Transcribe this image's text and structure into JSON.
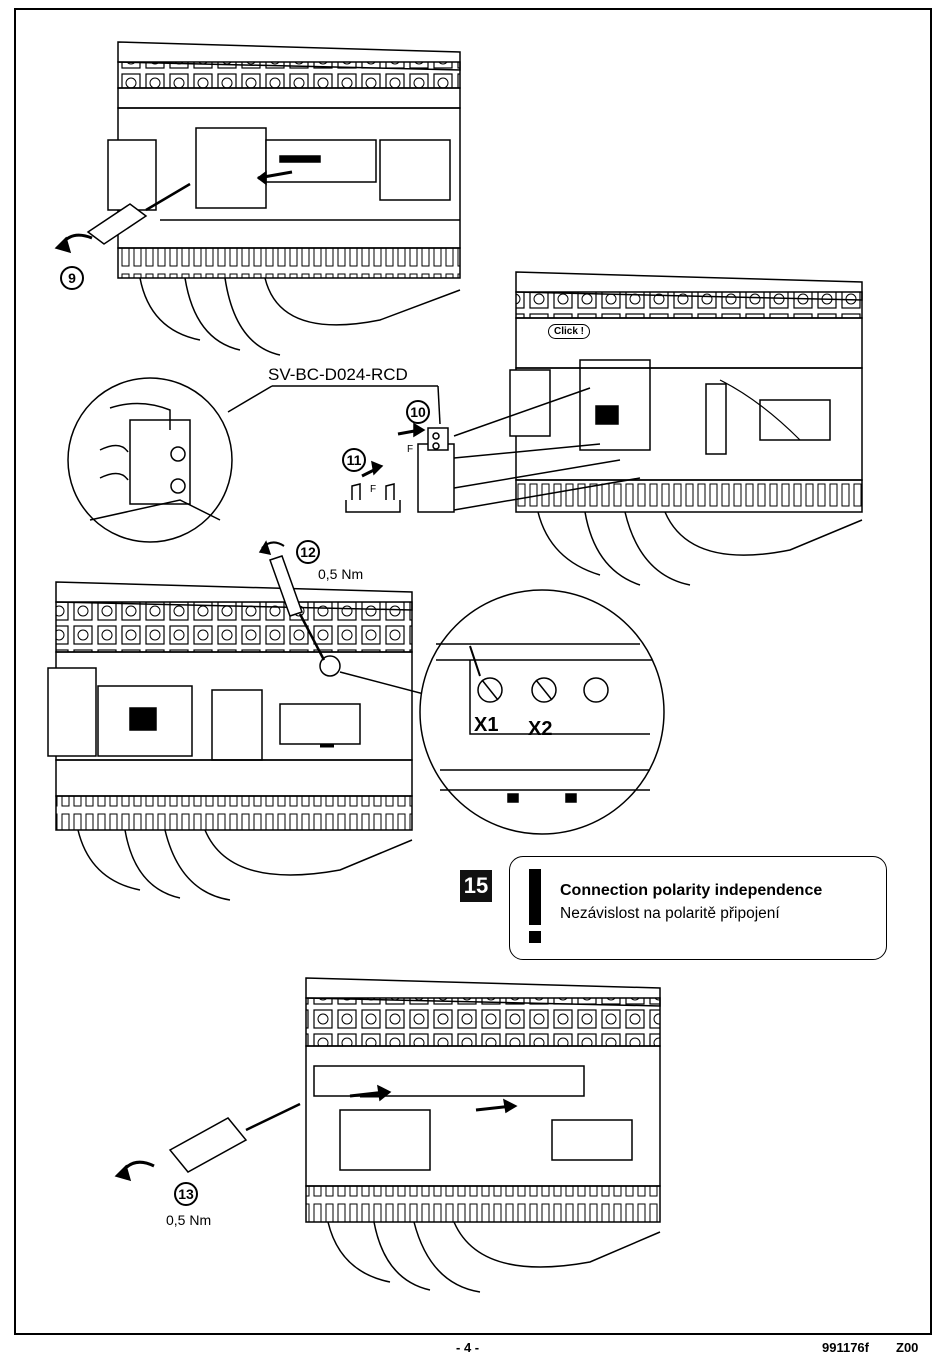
{
  "steps": {
    "s9": "9",
    "s10": "10",
    "s11": "11",
    "s12": "12",
    "s13": "13"
  },
  "torque_12": "0,5 Nm",
  "torque_13": "0,5 Nm",
  "part_reference": "SV-BC-D024-RCD",
  "click_label": "Click !",
  "insert_marks": [
    "F",
    "F"
  ],
  "terminals": [
    "X1",
    "X2"
  ],
  "figure_number": "15",
  "notice": {
    "title": "Connection polarity independence",
    "subtitle": "Nezávislost na polaritě připojení"
  },
  "footer": {
    "page": "- 4 -",
    "doc_code": "991176f",
    "revision": "Z00"
  }
}
